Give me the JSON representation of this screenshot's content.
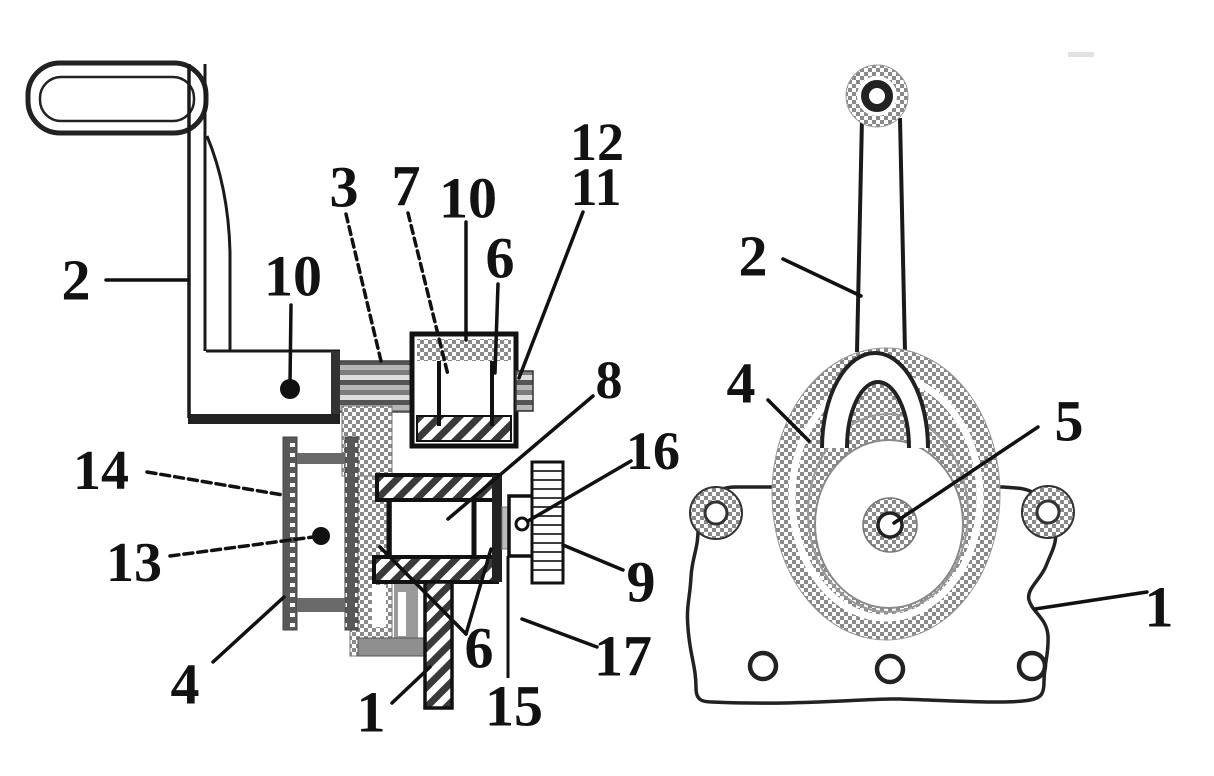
{
  "figure": {
    "kind": "patent-style mechanical drawing, two views of a hand-crank winch mechanism",
    "colors": {
      "line": "#1a1a1a",
      "gray_dark": "#555555",
      "gray_mid": "#8a8a8a",
      "gray_light": "#d8d8d8",
      "background": "#ffffff"
    },
    "labels_left": [
      {
        "text": "2"
      },
      {
        "text": "10"
      },
      {
        "text": "3"
      },
      {
        "text": "7"
      },
      {
        "text": "10"
      },
      {
        "text": "6"
      },
      {
        "text": "12"
      },
      {
        "text": "11"
      },
      {
        "text": "8"
      },
      {
        "text": "16"
      },
      {
        "text": "9"
      },
      {
        "text": "17"
      },
      {
        "text": "15"
      },
      {
        "text": "6"
      },
      {
        "text": "1"
      },
      {
        "text": "13"
      },
      {
        "text": "14"
      },
      {
        "text": "4"
      }
    ],
    "labels_right": [
      {
        "text": "2"
      },
      {
        "text": "4"
      },
      {
        "text": "5"
      },
      {
        "text": "1"
      }
    ]
  }
}
